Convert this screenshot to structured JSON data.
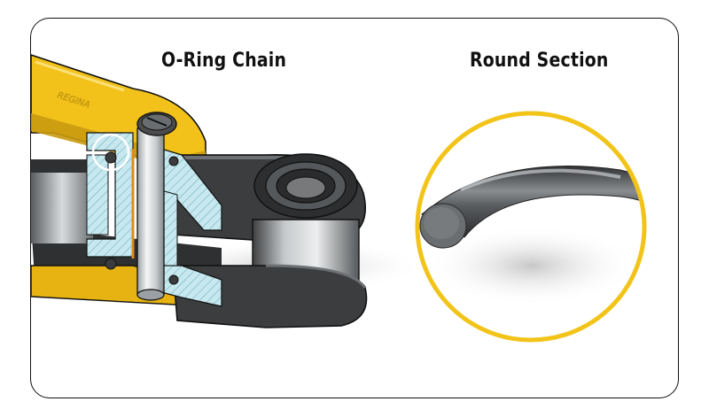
{
  "titles": {
    "left": "O-Ring Chain",
    "right": "Round Section"
  },
  "plate_marking": "REGINA",
  "colors": {
    "plate_gold": "#f2c21b",
    "plate_shadow": "#c99a10",
    "link_dark": "#3a3a3c",
    "pin_silver": "#d9dde0",
    "section_hatch": "#b8e0e8",
    "oring_orange": "#e08a1c",
    "circle_yellow": "#f2c41a",
    "ring_grey": "#4b4d50",
    "card_border": "#111111"
  }
}
